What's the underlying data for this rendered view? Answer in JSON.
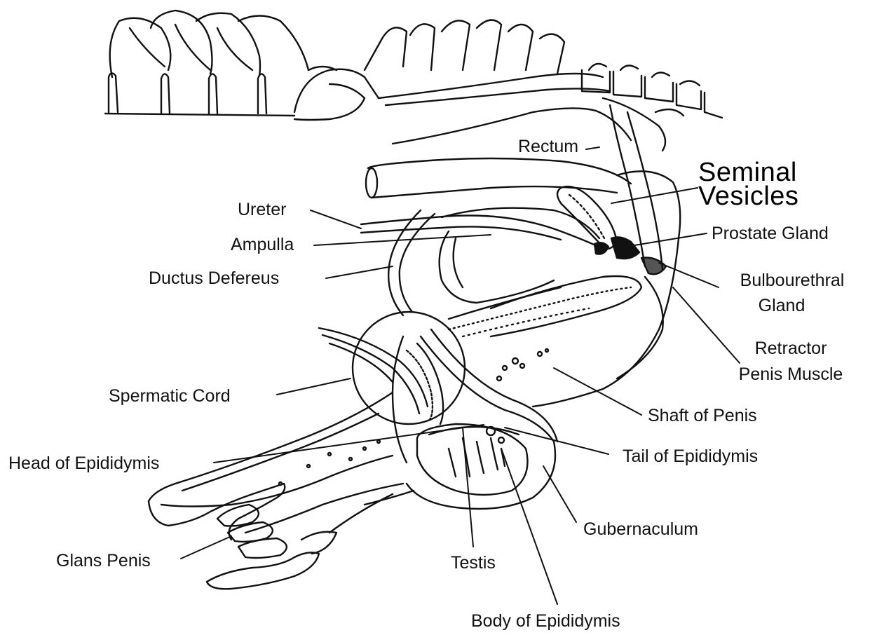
{
  "colors": {
    "ink": "#111111",
    "paper": "#ffffff",
    "gland_fill": "#111111"
  },
  "labels": {
    "rectum": "Rectum",
    "seminal_vesicles_line1": "Seminal",
    "seminal_vesicles_line2": "Vesicles",
    "ureter": "Ureter",
    "ampulla": "Ampulla",
    "prostate_gland": "Prostate Gland",
    "ductus_defereus": "Ductus Defereus",
    "bulbourethral_line1": "Bulbourethral",
    "bulbourethral_line2": "Gland",
    "retractor_line1": "Retractor",
    "retractor_line2": "Penis Muscle",
    "spermatic_cord": "Spermatic Cord",
    "shaft_of_penis": "Shaft of Penis",
    "head_of_epididymis": "Head of Epididymis",
    "tail_of_epididymis": "Tail of Epididymis",
    "gubernaculum": "Gubernaculum",
    "glans_penis": "Glans Penis",
    "testis": "Testis",
    "body_of_epididymis": "Body of Epididymis"
  }
}
